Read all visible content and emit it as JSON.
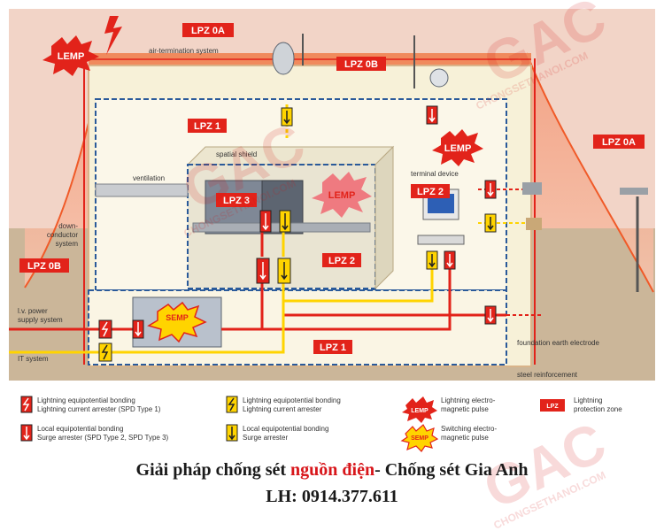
{
  "zones": {
    "lpz0a_top": "LPZ 0A",
    "lpz0b_top": "LPZ 0B",
    "lpz1_upper": "LPZ 1",
    "lpz0a_right": "LPZ 0A",
    "lpz0b_left": "LPZ 0B",
    "lpz3": "LPZ 3",
    "lpz2_center": "LPZ 2",
    "lpz2_terminal": "LPZ 2",
    "lpz1_lower": "LPZ 1"
  },
  "pulses": {
    "lemp_sky": "LEMP",
    "lemp_center": "LEMP",
    "lemp_terminal": "LEMP",
    "semp": "SEMP"
  },
  "labels": {
    "air_termination": "air-termination system",
    "spatial_shield": "spatial shield",
    "ventilation": "ventilation",
    "terminal_device": "terminal device",
    "down_conductor": [
      "down-",
      "conductor",
      "system"
    ],
    "lv_power": [
      "l.v. power",
      "supply system"
    ],
    "it_system": "IT system",
    "foundation": "foundation earth electrode",
    "steel": "steel reinforcement"
  },
  "legend": {
    "item1": [
      "Lightning equipotential bonding",
      "Lightning current arrester (SPD Type 1)"
    ],
    "item2": [
      "Lightning equipotential bonding",
      "Lightning current arrester"
    ],
    "item3": [
      "Lightning electro-",
      "magnetic pulse"
    ],
    "item4": [
      "Lightning",
      "protection zone"
    ],
    "item5": [
      "Local equipotential bonding",
      "Surge arrester (SPD Type 2, SPD Type 3)"
    ],
    "item6": [
      "Local equipotential bonding",
      "Surge arrester"
    ],
    "item7": [
      "Switching electro-",
      "magnetic pulse"
    ],
    "lemp": "LEMP",
    "semp": "SEMP",
    "lpz": "LPZ"
  },
  "watermark": {
    "logo": "GAC",
    "site": "CHONGSETHANOI.COM"
  },
  "caption": {
    "part1": "Giải pháp chống sét ",
    "highlight": "nguồn điện",
    "part2": "- Chống sét Gia Anh",
    "contact": "LH: 0914.377.611"
  },
  "colors": {
    "red": "#e2231a",
    "yellow": "#ffd400",
    "sky": "#f6c5b0",
    "ground": "#c7b395",
    "building": "#f7f1d8",
    "shield": "#2a5a9a"
  }
}
